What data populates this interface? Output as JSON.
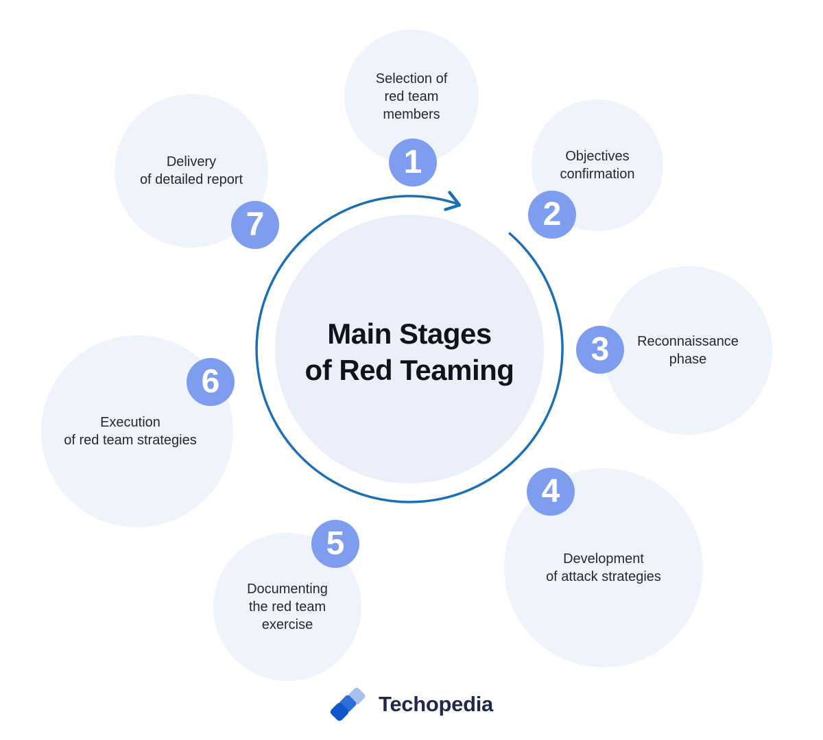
{
  "diagram": {
    "title_lines": [
      "Main Stages",
      "of Red Teaming"
    ],
    "title": "Main Stages of Red Teaming",
    "stages": [
      {
        "number": "1",
        "label": "Selection of red team members",
        "label_lines": [
          "Selection of",
          "red team",
          "members"
        ]
      },
      {
        "number": "2",
        "label": "Objectives confirmation",
        "label_lines": [
          "Objectives",
          "confirmation"
        ]
      },
      {
        "number": "3",
        "label": "Reconnaissance phase",
        "label_lines": [
          "Reconnaissance",
          "phase"
        ]
      },
      {
        "number": "4",
        "label": "Development of attack strategies",
        "label_lines": [
          "Development",
          "of attack strategies"
        ]
      },
      {
        "number": "5",
        "label": "Documenting the red team exercise",
        "label_lines": [
          "Documenting",
          "the red team",
          "exercise"
        ]
      },
      {
        "number": "6",
        "label": "Execution of red team strategies",
        "label_lines": [
          "Execution",
          "of red team strategies"
        ]
      },
      {
        "number": "7",
        "label": "Delivery of detailed report",
        "label_lines": [
          "Delivery",
          "of detailed report"
        ]
      }
    ],
    "colors": {
      "background": "#FFFFFF",
      "satellite_fill": "#EFF3FC",
      "center_fill": "#EBEFF9",
      "badge_fill": "#7E9DEE",
      "badge_text": "#FFFFFF",
      "arrow_stroke": "#1B6FB5",
      "title_text": "#10141A",
      "label_text": "#26282E"
    }
  },
  "footer": {
    "brand": "Techopedia",
    "brand_color": "#1E2A47",
    "logo_colors": {
      "dark": "#1155CB",
      "mid": "#2E6FD6",
      "light": "#A6BEF0"
    }
  }
}
